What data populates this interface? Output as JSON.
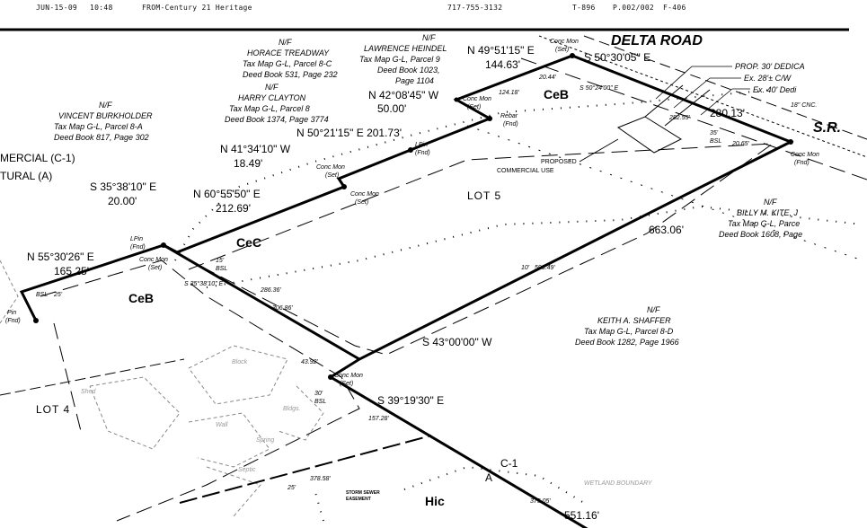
{
  "fax_header": {
    "date": "JUN-15-09",
    "time": "10:48",
    "from": "FROM-Century 21 Heritage",
    "phone": "717-755-3132",
    "t_code": "T-896",
    "page": "P.002/002",
    "f_code": "F-406"
  },
  "owners": {
    "heindel": {
      "nf": "N/F",
      "name": "LAWRENCE HEINDEL",
      "tax": "Tax Map G-L, Parcel 9",
      "deed": "Deed Book 1023,",
      "page": "Page 1104"
    },
    "treadway": {
      "nf": "N/F",
      "name": "HORACE TREADWAY",
      "tax": "Tax Map G-L, Parcel 8-C",
      "deed": "Deed Book 531, Page 232"
    },
    "clayton": {
      "nf": "N/F",
      "name": "HARRY CLAYTON",
      "tax": "Tax Map G-L, Parcel 8",
      "deed": "Deed Book 1374, Page 3774"
    },
    "burkholder": {
      "nf": "N/F",
      "name": "VINCENT BURKHOLDER",
      "tax": "Tax Map G-L, Parcel 8-A",
      "deed": "Deed Book 817, Page 302"
    },
    "kite": {
      "nf": "N/F",
      "name": "BILLY M. KITE, J",
      "tax": "Tax Map G-L, Parce",
      "deed": "Deed Book 1608, Page"
    },
    "shaffer": {
      "nf": "N/F",
      "name": "KEITH A. SHAFFER",
      "tax": "Tax Map G-L, Parcel 8-D",
      "deed": "Deed Book 1282, Page 1966"
    }
  },
  "bearings": {
    "b1": "N 49°51'15\" E",
    "d1": "144.63'",
    "b2": "N 42°08'45\" W",
    "d2": "50.00'",
    "b3": "N 50°21'15\" E 201.73'",
    "b4": "N 41°34'10\" W",
    "d4": "18.49'",
    "b5": "N 60°55'50\" E",
    "d5": "212.69'",
    "b6": "S 35°38'10\" E",
    "d6": "20.00'",
    "b7": "N 55°30'26\" E",
    "d7": "165.25'",
    "b8": "S 50°30'05\" E",
    "b9": "S 50°24'00\" E",
    "b10": "S 43°00'00\" W",
    "b11": "S 35°38'10\" E",
    "b12": "S 39°19'30\" E"
  },
  "distances": {
    "d124": "124.18'",
    "d2044": "20.44'",
    "d28013": "280.13'",
    "d28255": "282.55'",
    "d2065": "20.65'",
    "d66306": "663.06'",
    "d59849": "598.49'",
    "d28636": "286.36'",
    "d30686": "306.86'",
    "d4392": "43.92'",
    "d15728": "157.28'",
    "d37858": "378.58'",
    "d37505": "375.05'",
    "d55116": "551.16'"
  },
  "monuments": {
    "conc_set": "Conc Mon",
    "set": "(Set)",
    "fnd": "(Fnd)",
    "rebar": "Rebar",
    "lpin": "LPin",
    "pin": "Pin"
  },
  "setbacks": {
    "bsl": "BSL",
    "s15": "15'",
    "s35": "35'",
    "s30": "30'",
    "s25": "25'",
    "s10": "10'"
  },
  "areas": {
    "lot5": "LOT 5",
    "lot4": "LOT 4",
    "ceb1": "CeB",
    "ceb2": "CeB",
    "cec": "CeC",
    "hic": "Hic",
    "proposed1": "PROPOSED",
    "proposed2": "COMMERCIAL USE",
    "storm1": "STORM SEWER",
    "storm2": "EASEMENT",
    "wetland": "WETLAND BOUNDARY",
    "zoning1": "MERCIAL (C-1)",
    "zoning2": "TURAL (A)",
    "c1": "C-1",
    "a": "A",
    "bldgs": "Bldgs.",
    "block": "Block",
    "spring": "Spring",
    "septic": "Septic",
    "shed": "Shed",
    "wall": "Wall"
  },
  "road": {
    "name": "DELTA ROAD",
    "sr": "S.R.",
    "cnc": "18\" CNC.",
    "note1": "PROP. 30' DEDICA",
    "note2": "Ex. 28'± C/W",
    "note3": "Ex. 40' Dedi"
  }
}
